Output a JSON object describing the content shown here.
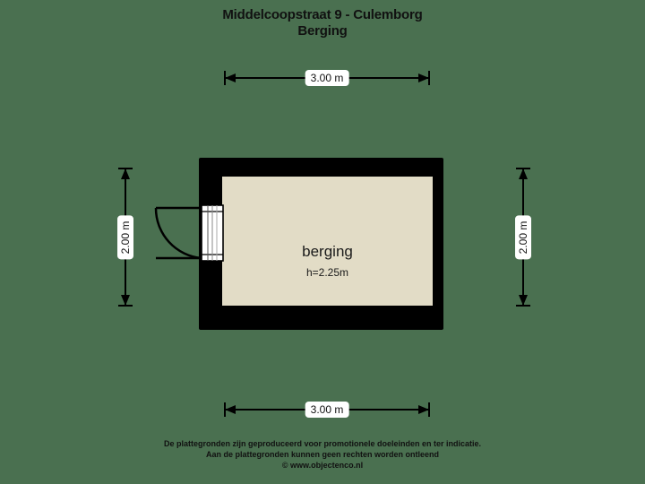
{
  "theme": {
    "background_color": "#4a7050",
    "wall_color": "#000000",
    "floor_color": "#e2dcc6",
    "text_color": "#111111",
    "label_chip_color": "#ffffff"
  },
  "header": {
    "title_line1": "Middelcoopstraat 9 - Culemborg",
    "title_line2": "Berging"
  },
  "plan": {
    "room": {
      "name": "berging",
      "height_label": "h=2.25m"
    },
    "door": {
      "icon_name": "door-swing-icon",
      "swing": "outward-left"
    }
  },
  "dimensions": {
    "top": {
      "label": "3.00 m",
      "orientation": "horizontal"
    },
    "bottom": {
      "label": "3.00 m",
      "orientation": "horizontal"
    },
    "left": {
      "label": "2.00 m",
      "orientation": "vertical"
    },
    "right": {
      "label": "2.00 m",
      "orientation": "vertical"
    }
  },
  "footer": {
    "line1": "De plattegronden zijn geproduceerd voor promotionele doeleinden en ter indicatie.",
    "line2": "Aan de plattegronden kunnen geen rechten worden ontleend",
    "line3": "© www.objectenco.nl"
  }
}
